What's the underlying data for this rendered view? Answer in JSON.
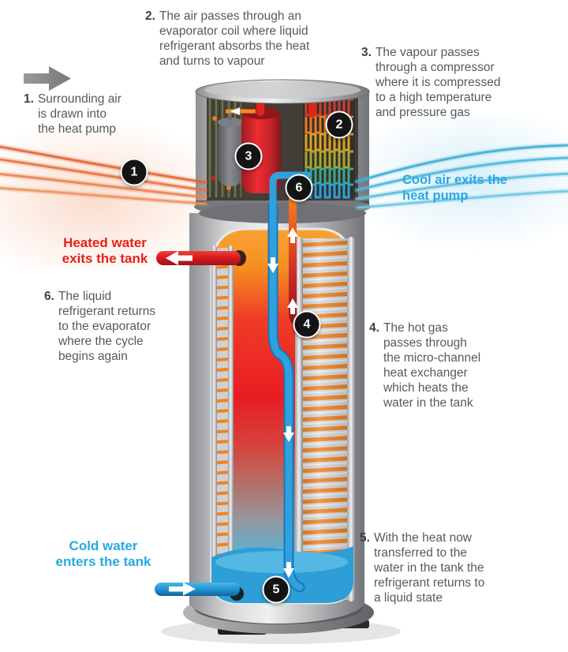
{
  "steps": {
    "s1": {
      "num": "1.",
      "text": "Surrounding air\nis drawn into\nthe heat pump"
    },
    "s2": {
      "num": "2.",
      "text": "The air passes through an\nevaporator coil where liquid\nrefrigerant absorbs the heat\nand turns to vapour"
    },
    "s3": {
      "num": "3.",
      "text": "The vapour passes\nthrough a compressor\nwhere it is compressed\nto a high temperature\nand pressure gas"
    },
    "s4": {
      "num": "4.",
      "text": "The hot gas\npasses through\nthe micro-channel\nheat exchanger\nwhich heats the\nwater in the tank"
    },
    "s5": {
      "num": "5.",
      "text": "With the heat now\ntransferred to the\nwater in the tank the\nrefrigerant returns to\na liquid state"
    },
    "s6": {
      "num": "6.",
      "text": "The liquid\nrefrigerant returns\nto the evaporator\nwhere the cycle\nbegins again"
    }
  },
  "labels": {
    "heated_water": "Heated water\nexits the tank",
    "cold_water": "Cold water\nenters the tank",
    "cool_air": "Cool air exits the\nheat pump"
  },
  "badges": {
    "b1": "1",
    "b2": "2",
    "b3": "3",
    "b4": "4",
    "b5": "5",
    "b6": "6"
  },
  "colors": {
    "step_text": "#58595b",
    "hot_label": "#e2231a",
    "cold_label": "#29a9df",
    "warm_air": "#e8734a",
    "cool_air": "#4db7dc",
    "badge_bg": "#141414"
  }
}
